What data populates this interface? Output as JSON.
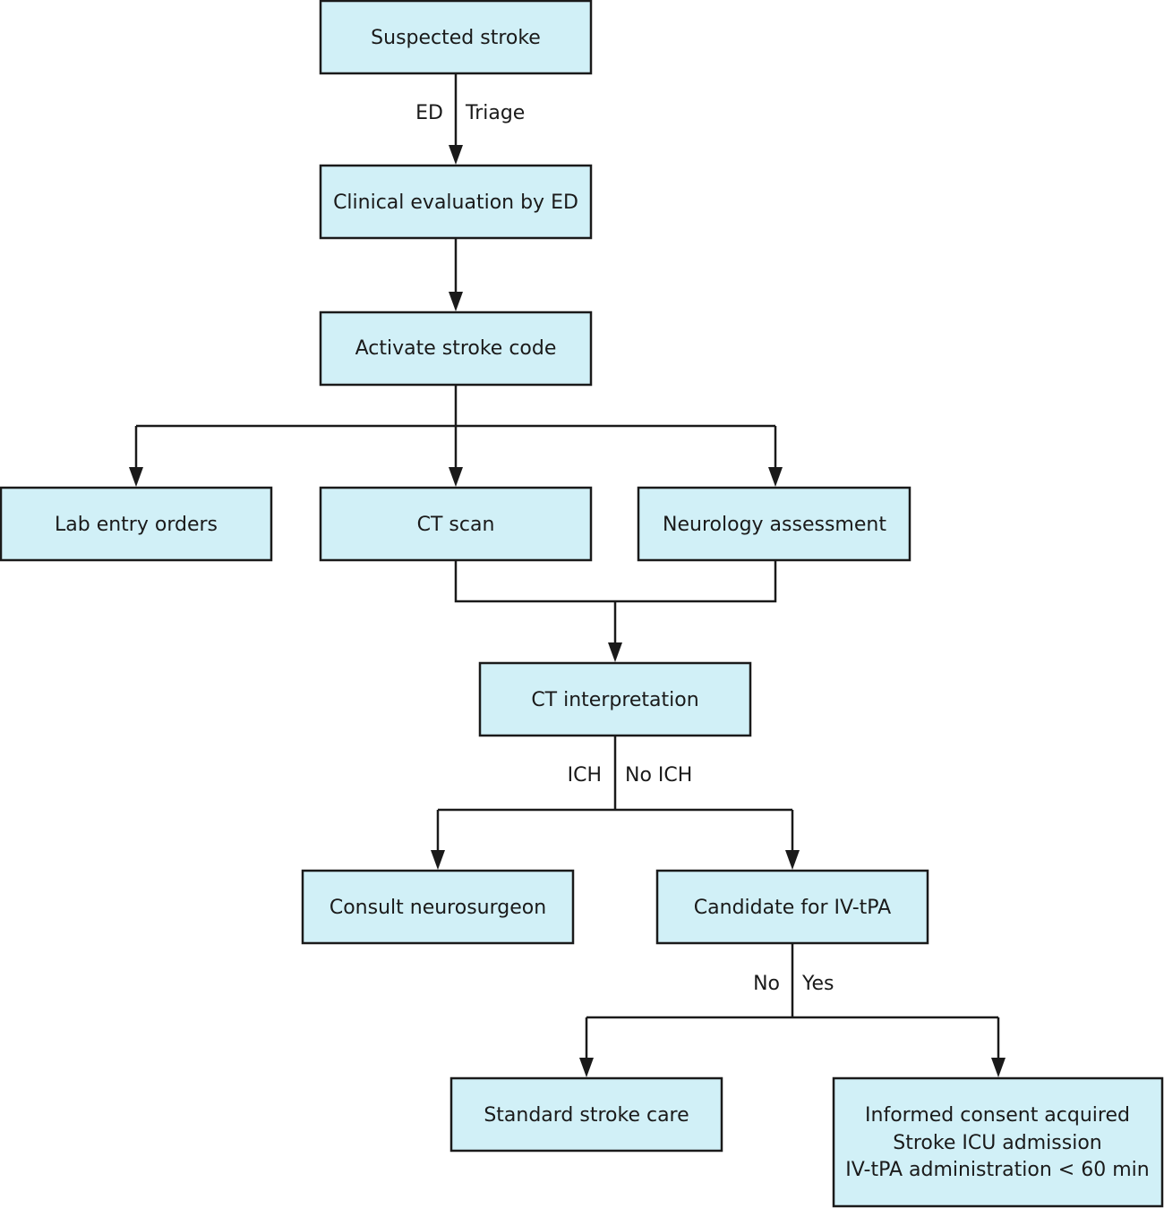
{
  "colors": {
    "box_fill": "#d1f0f7",
    "line": "#1a1a1a",
    "text": "#1a1a1a"
  },
  "nodes": {
    "suspected_stroke": [
      "Suspected stroke"
    ],
    "clinical_evaluation": [
      "Clinical evaluation by ED"
    ],
    "activate_stroke_code": [
      "Activate stroke code"
    ],
    "lab_entry_orders": [
      "Lab entry orders"
    ],
    "ct_scan": [
      "CT scan"
    ],
    "neurology_assessment": [
      "Neurology assessment"
    ],
    "ct_interpretation": [
      "CT interpretation"
    ],
    "consult_neurosurgeon": [
      "Consult neurosurgeon"
    ],
    "candidate_iv_tpa": [
      "Candidate for IV-tPA"
    ],
    "standard_stroke_care": [
      "Standard stroke care"
    ],
    "informed_consent": [
      "Informed consent acquired",
      "Stroke ICU admission",
      "IV-tPA administration < 60 min"
    ]
  },
  "edge_labels": {
    "ed": "ED",
    "triage": "Triage",
    "ich": "ICH",
    "no_ich": "No ICH",
    "no": "No",
    "yes": "Yes"
  }
}
